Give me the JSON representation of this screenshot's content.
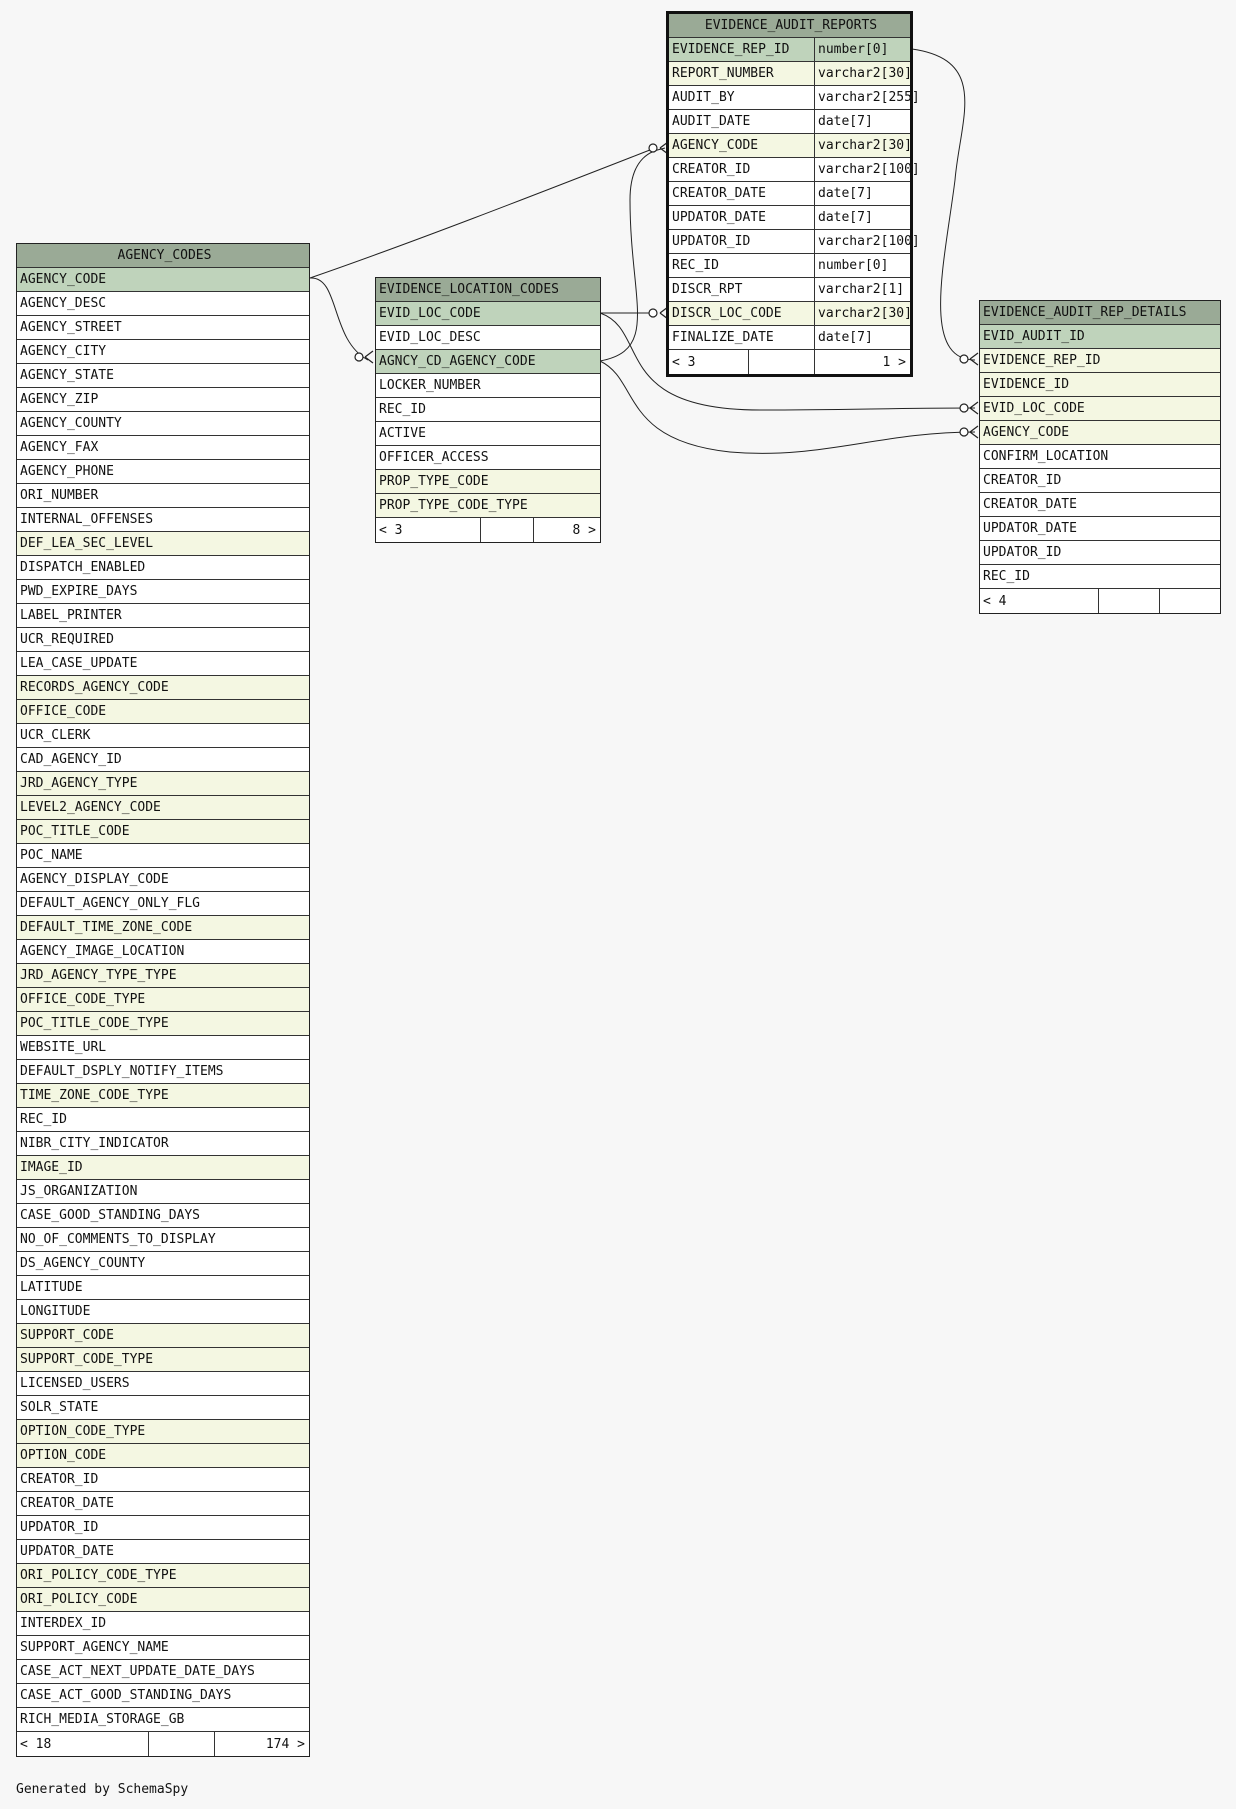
{
  "generated_by": "Generated by SchemaSpy",
  "tables": [
    {
      "id": "agency_codes",
      "title": "AGENCY_CODES",
      "columns": [
        {
          "name": "AGENCY_CODE",
          "kind": "pk"
        },
        {
          "name": "AGENCY_DESC",
          "kind": ""
        },
        {
          "name": "AGENCY_STREET",
          "kind": ""
        },
        {
          "name": "AGENCY_CITY",
          "kind": ""
        },
        {
          "name": "AGENCY_STATE",
          "kind": ""
        },
        {
          "name": "AGENCY_ZIP",
          "kind": ""
        },
        {
          "name": "AGENCY_COUNTY",
          "kind": ""
        },
        {
          "name": "AGENCY_FAX",
          "kind": ""
        },
        {
          "name": "AGENCY_PHONE",
          "kind": ""
        },
        {
          "name": "ORI_NUMBER",
          "kind": ""
        },
        {
          "name": "INTERNAL_OFFENSES",
          "kind": ""
        },
        {
          "name": "DEF_LEA_SEC_LEVEL",
          "kind": "fk"
        },
        {
          "name": "DISPATCH_ENABLED",
          "kind": ""
        },
        {
          "name": "PWD_EXPIRE_DAYS",
          "kind": ""
        },
        {
          "name": "LABEL_PRINTER",
          "kind": ""
        },
        {
          "name": "UCR_REQUIRED",
          "kind": ""
        },
        {
          "name": "LEA_CASE_UPDATE",
          "kind": ""
        },
        {
          "name": "RECORDS_AGENCY_CODE",
          "kind": "fk"
        },
        {
          "name": "OFFICE_CODE",
          "kind": "fk"
        },
        {
          "name": "UCR_CLERK",
          "kind": ""
        },
        {
          "name": "CAD_AGENCY_ID",
          "kind": ""
        },
        {
          "name": "JRD_AGENCY_TYPE",
          "kind": "fk"
        },
        {
          "name": "LEVEL2_AGENCY_CODE",
          "kind": "fk"
        },
        {
          "name": "POC_TITLE_CODE",
          "kind": "fk"
        },
        {
          "name": "POC_NAME",
          "kind": ""
        },
        {
          "name": "AGENCY_DISPLAY_CODE",
          "kind": ""
        },
        {
          "name": "DEFAULT_AGENCY_ONLY_FLG",
          "kind": ""
        },
        {
          "name": "DEFAULT_TIME_ZONE_CODE",
          "kind": "fk"
        },
        {
          "name": "AGENCY_IMAGE_LOCATION",
          "kind": ""
        },
        {
          "name": "JRD_AGENCY_TYPE_TYPE",
          "kind": "fk"
        },
        {
          "name": "OFFICE_CODE_TYPE",
          "kind": "fk"
        },
        {
          "name": "POC_TITLE_CODE_TYPE",
          "kind": "fk"
        },
        {
          "name": "WEBSITE_URL",
          "kind": ""
        },
        {
          "name": "DEFAULT_DSPLY_NOTIFY_ITEMS",
          "kind": ""
        },
        {
          "name": "TIME_ZONE_CODE_TYPE",
          "kind": "fk"
        },
        {
          "name": "REC_ID",
          "kind": ""
        },
        {
          "name": "NIBR_CITY_INDICATOR",
          "kind": ""
        },
        {
          "name": "IMAGE_ID",
          "kind": "fk"
        },
        {
          "name": "JS_ORGANIZATION",
          "kind": ""
        },
        {
          "name": "CASE_GOOD_STANDING_DAYS",
          "kind": ""
        },
        {
          "name": "NO_OF_COMMENTS_TO_DISPLAY",
          "kind": ""
        },
        {
          "name": "DS_AGENCY_COUNTY",
          "kind": ""
        },
        {
          "name": "LATITUDE",
          "kind": ""
        },
        {
          "name": "LONGITUDE",
          "kind": ""
        },
        {
          "name": "SUPPORT_CODE",
          "kind": "fk"
        },
        {
          "name": "SUPPORT_CODE_TYPE",
          "kind": "fk"
        },
        {
          "name": "LICENSED_USERS",
          "kind": ""
        },
        {
          "name": "SOLR_STATE",
          "kind": ""
        },
        {
          "name": "OPTION_CODE_TYPE",
          "kind": "fk"
        },
        {
          "name": "OPTION_CODE",
          "kind": "fk"
        },
        {
          "name": "CREATOR_ID",
          "kind": ""
        },
        {
          "name": "CREATOR_DATE",
          "kind": ""
        },
        {
          "name": "UPDATOR_ID",
          "kind": ""
        },
        {
          "name": "UPDATOR_DATE",
          "kind": ""
        },
        {
          "name": "ORI_POLICY_CODE_TYPE",
          "kind": "fk"
        },
        {
          "name": "ORI_POLICY_CODE",
          "kind": "fk"
        },
        {
          "name": "INTERDEX_ID",
          "kind": ""
        },
        {
          "name": "SUPPORT_AGENCY_NAME",
          "kind": ""
        },
        {
          "name": "CASE_ACT_NEXT_UPDATE_DATE_DAYS",
          "kind": ""
        },
        {
          "name": "CASE_ACT_GOOD_STANDING_DAYS",
          "kind": ""
        },
        {
          "name": "RICH_MEDIA_STORAGE_GB",
          "kind": ""
        }
      ],
      "footer": {
        "left": "< 18",
        "mid": "",
        "right": "174 >"
      }
    },
    {
      "id": "evidence_location_codes",
      "title": "EVIDENCE_LOCATION_CODES",
      "columns": [
        {
          "name": "EVID_LOC_CODE",
          "kind": "pk"
        },
        {
          "name": "EVID_LOC_DESC",
          "kind": ""
        },
        {
          "name": "AGNCY_CD_AGENCY_CODE",
          "kind": "pk"
        },
        {
          "name": "LOCKER_NUMBER",
          "kind": ""
        },
        {
          "name": "REC_ID",
          "kind": ""
        },
        {
          "name": "ACTIVE",
          "kind": ""
        },
        {
          "name": "OFFICER_ACCESS",
          "kind": ""
        },
        {
          "name": "PROP_TYPE_CODE",
          "kind": "fk"
        },
        {
          "name": "PROP_TYPE_CODE_TYPE",
          "kind": "fk"
        }
      ],
      "footer": {
        "left": "< 3",
        "mid": "",
        "right": "8 >"
      }
    },
    {
      "id": "evidence_audit_reports",
      "title": "EVIDENCE_AUDIT_REPORTS",
      "columns": [
        {
          "name": "EVIDENCE_REP_ID",
          "type": "number[0]",
          "kind": "pk"
        },
        {
          "name": "REPORT_NUMBER",
          "type": "varchar2[30]",
          "kind": "fk"
        },
        {
          "name": "AUDIT_BY",
          "type": "varchar2[255]",
          "kind": ""
        },
        {
          "name": "AUDIT_DATE",
          "type": "date[7]",
          "kind": ""
        },
        {
          "name": "AGENCY_CODE",
          "type": "varchar2[30]",
          "kind": "fk"
        },
        {
          "name": "CREATOR_ID",
          "type": "varchar2[100]",
          "kind": ""
        },
        {
          "name": "CREATOR_DATE",
          "type": "date[7]",
          "kind": ""
        },
        {
          "name": "UPDATOR_DATE",
          "type": "date[7]",
          "kind": ""
        },
        {
          "name": "UPDATOR_ID",
          "type": "varchar2[100]",
          "kind": ""
        },
        {
          "name": "REC_ID",
          "type": "number[0]",
          "kind": ""
        },
        {
          "name": "DISCR_RPT",
          "type": "varchar2[1]",
          "kind": ""
        },
        {
          "name": "DISCR_LOC_CODE",
          "type": "varchar2[30]",
          "kind": "fk"
        },
        {
          "name": "FINALIZE_DATE",
          "type": "date[7]",
          "kind": ""
        }
      ],
      "footer": {
        "left": "< 3",
        "mid": "",
        "right": "1 >"
      }
    },
    {
      "id": "evidence_audit_rep_details",
      "title": "EVIDENCE_AUDIT_REP_DETAILS",
      "columns": [
        {
          "name": "EVID_AUDIT_ID",
          "kind": "pk"
        },
        {
          "name": "EVIDENCE_REP_ID",
          "kind": "fk"
        },
        {
          "name": "EVIDENCE_ID",
          "kind": "fk"
        },
        {
          "name": "EVID_LOC_CODE",
          "kind": "fk"
        },
        {
          "name": "AGENCY_CODE",
          "kind": "fk"
        },
        {
          "name": "CONFIRM_LOCATION",
          "kind": ""
        },
        {
          "name": "CREATOR_ID",
          "kind": ""
        },
        {
          "name": "CREATOR_DATE",
          "kind": ""
        },
        {
          "name": "UPDATOR_DATE",
          "kind": ""
        },
        {
          "name": "UPDATOR_ID",
          "kind": ""
        },
        {
          "name": "REC_ID",
          "kind": ""
        }
      ],
      "footer": {
        "left": "< 4",
        "mid": "",
        "right": ""
      }
    }
  ]
}
